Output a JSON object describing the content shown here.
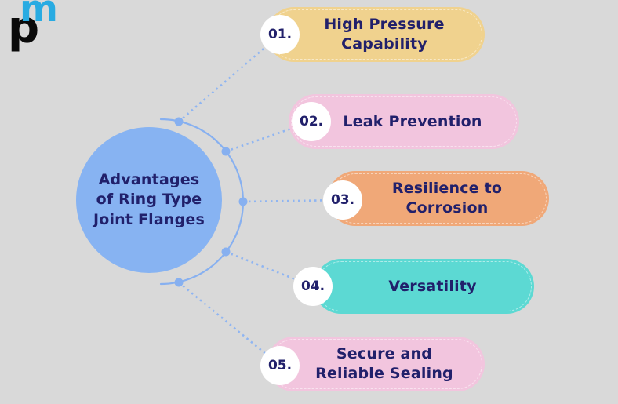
{
  "background_color": "#d9d9d9",
  "logo": {
    "letter_p": "p",
    "letter_m": "m",
    "p_color": "#0a0a0a",
    "m_color": "#29abe2"
  },
  "center": {
    "title": "Advantages of Ring Type Joint Flanges",
    "circle_color": "#87b3f2",
    "text_color": "#21206b"
  },
  "connector": {
    "arc_color": "#87b0f0",
    "dot_color": "#87b0f0",
    "dashed_line_color": "#8fb5f2"
  },
  "items": [
    {
      "number": "01.",
      "label": "High Pressure Capability",
      "pill_color": "#f0d28e"
    },
    {
      "number": "02.",
      "label": "Leak Prevention",
      "pill_color": "#f2c5de"
    },
    {
      "number": "03.",
      "label": "Resilience to Corrosion",
      "pill_color": "#f0a878"
    },
    {
      "number": "04.",
      "label": "Versatility",
      "pill_color": "#5cd9d3"
    },
    {
      "number": "05.",
      "label": "Secure and Reliable Sealing",
      "pill_color": "#f2c5de"
    }
  ]
}
